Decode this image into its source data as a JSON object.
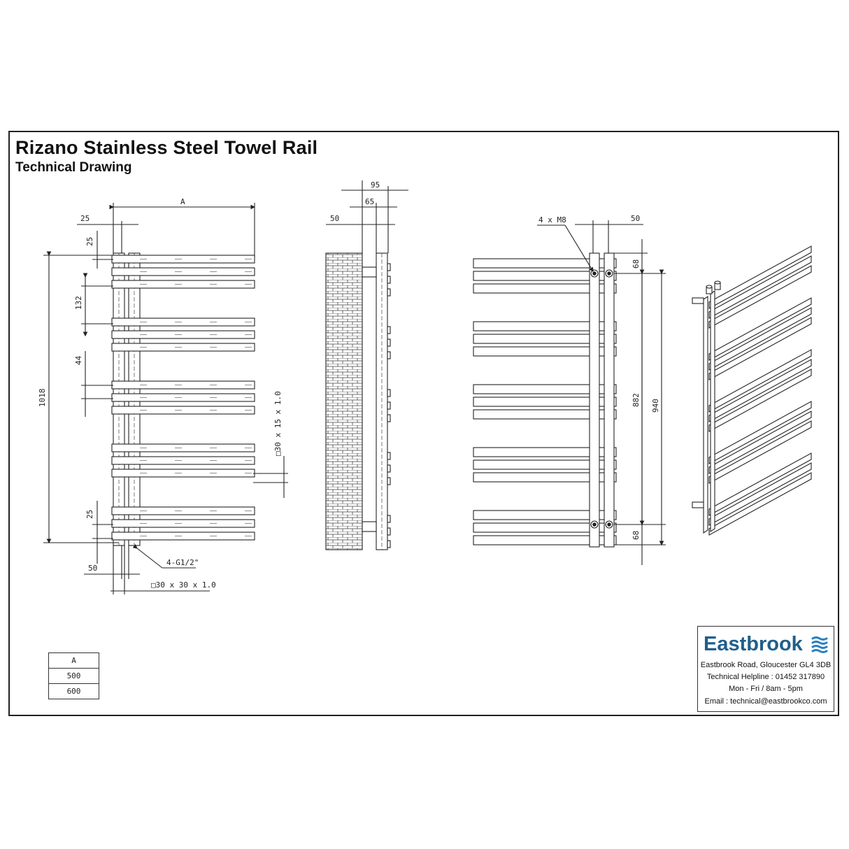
{
  "title": "Rizano Stainless Steel Towel Rail",
  "subtitle": "Technical Drawing",
  "front_view": {
    "dim_width": "A",
    "dim_25_top": "25",
    "dim_25_side": "25",
    "dim_132": "132",
    "dim_44": "44",
    "dim_1018": "1018",
    "dim_25_bottom": "25",
    "dim_50": "50",
    "bar_section": "□30 x 15 x 1.0",
    "connection": "4-G1/2\"",
    "upright_section": "□30 x 30 x 1.0"
  },
  "side_view": {
    "dim_95": "95",
    "dim_65": "65",
    "dim_50": "50"
  },
  "rear_view": {
    "bolts": "4 x M8",
    "dim_50": "50",
    "dim_68_top": "68",
    "dim_882": "882",
    "dim_940": "940",
    "dim_68_bottom": "68"
  },
  "size_table": {
    "header": "A",
    "rows": [
      "500",
      "600"
    ]
  },
  "brand": {
    "name": "Eastbrook",
    "address": "Eastbrook Road, Gloucester GL4 3DB",
    "helpline": "Technical Helpline : 01452 317890",
    "hours": "Mon - Fri / 8am - 5pm",
    "email": "Email : technical@eastbrookco.com",
    "color": "#1f5f8b",
    "logo_icon": "wave-lines-icon"
  }
}
